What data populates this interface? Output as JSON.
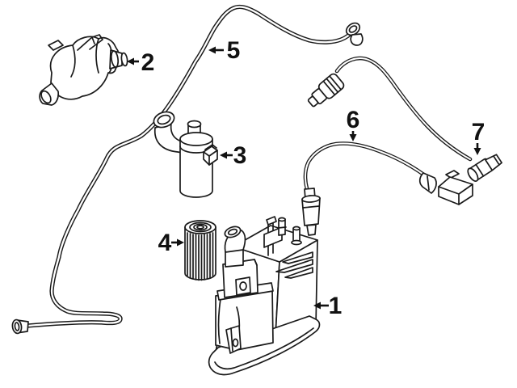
{
  "diagram": {
    "background_color": "#ffffff",
    "line_color": "#1a1a1a",
    "label_color": "#111111",
    "callouts": [
      {
        "label": "1"
      },
      {
        "label": "2"
      },
      {
        "label": "3"
      },
      {
        "label": "4"
      },
      {
        "label": "5"
      },
      {
        "label": "6"
      },
      {
        "label": "7"
      }
    ]
  }
}
